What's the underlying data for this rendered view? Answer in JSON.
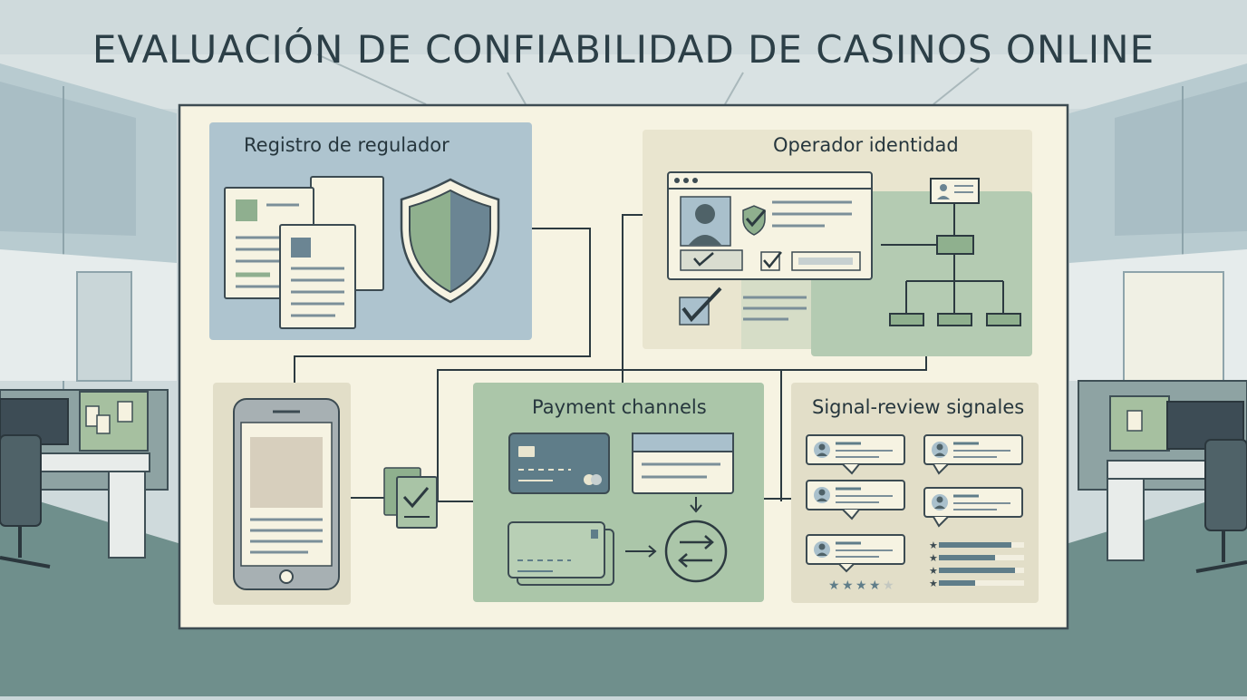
{
  "title": "EVALUACIÓN DE CONFIABILIDAD DE CASINOS ONLINE",
  "panels": {
    "regulator": {
      "label": "Registro de regulador"
    },
    "operator": {
      "label": "Operador identidad"
    },
    "payments": {
      "label": "Payment channels"
    },
    "signals": {
      "label": "Signal-review signales"
    }
  },
  "rating_stars": 4,
  "colors": {
    "green": "#a9c4a6",
    "blue": "#a9c0cc",
    "slate": "#5f7d89",
    "board": "#f6f3e2",
    "dark": "#3c4b52"
  }
}
